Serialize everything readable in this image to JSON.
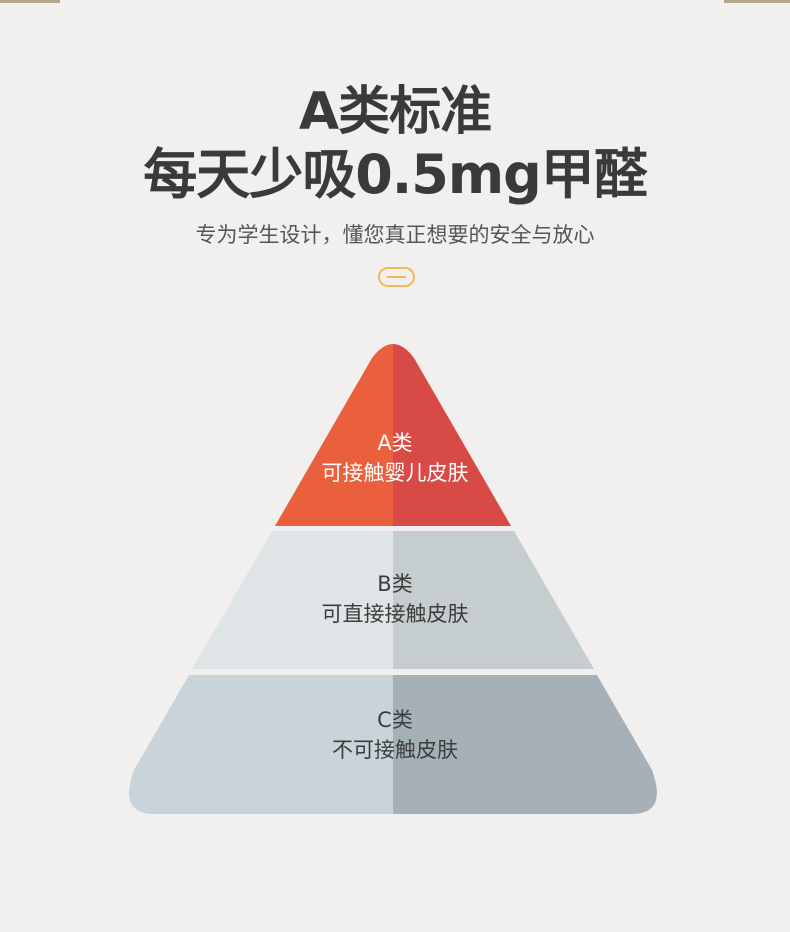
{
  "header": {
    "title_line1": "A类标准",
    "title_line2": "每天少吸0.5mg甲醛",
    "subtitle": "专为学生设计，懂您真正想要的安全与放心"
  },
  "pyramid": {
    "tiers": [
      {
        "class_label": "A类",
        "description": "可接触婴儿皮肤"
      },
      {
        "class_label": "B类",
        "description": "可直接接触皮肤"
      },
      {
        "class_label": "C类",
        "description": "不可接触皮肤"
      }
    ]
  },
  "colors": {
    "tier_a_light": "#ea603c",
    "tier_a_dark": "#d74a45",
    "tier_b_light": "#dfe5e6",
    "tier_b_dark": "#c6cdcf",
    "tier_c_light": "#c8d4d9",
    "tier_c_dark": "#a5b1b6",
    "accent": "#f3b856"
  }
}
